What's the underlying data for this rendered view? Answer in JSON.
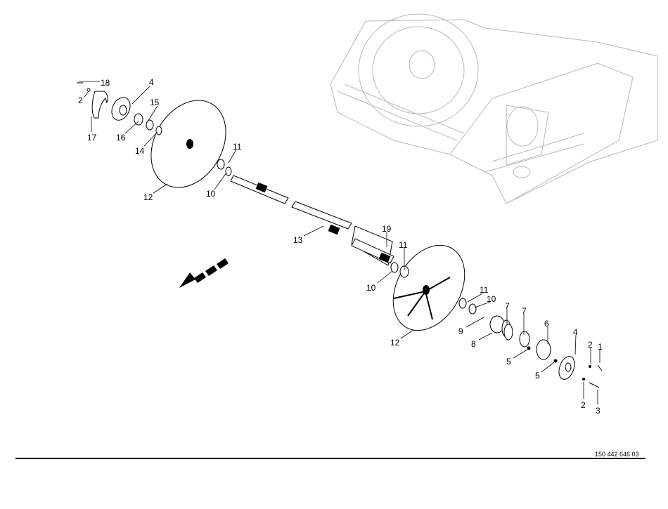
{
  "diagram": {
    "callouts": {
      "top_left": [
        "18",
        "2",
        "4",
        "15",
        "16",
        "14",
        "17",
        "11",
        "10",
        "12"
      ],
      "shaft": [
        "13",
        "19",
        "11",
        "10"
      ],
      "bottom_right": [
        "11",
        "10",
        "7",
        "7",
        "9",
        "8",
        "12",
        "6",
        "4",
        "2",
        "1",
        "5",
        "5",
        "2",
        "3"
      ]
    },
    "document_number": "150 442 646 03",
    "direction_arrow": "travel-direction-arrow"
  }
}
